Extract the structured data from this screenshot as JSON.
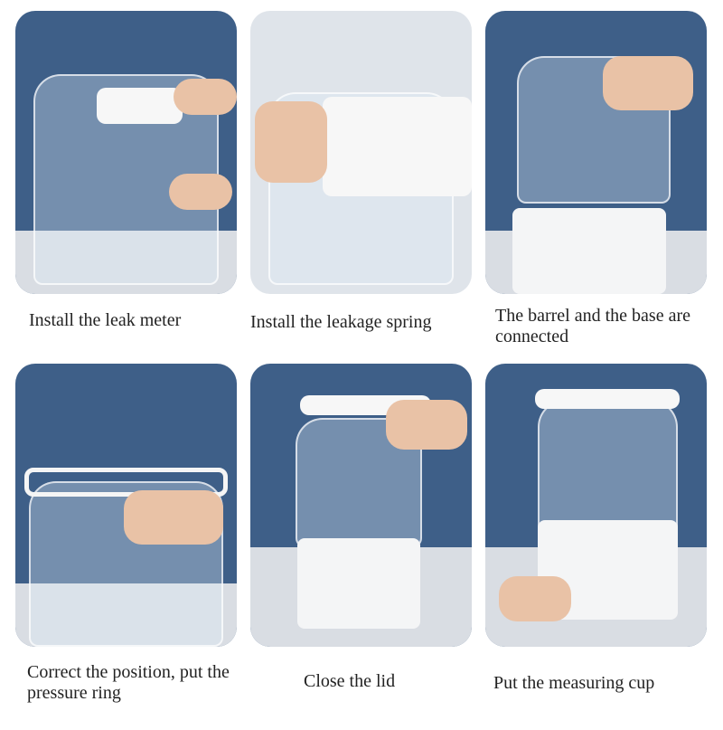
{
  "steps": [
    {
      "caption": "Install the leak meter"
    },
    {
      "caption": "Install the leakage spring"
    },
    {
      "caption": "The barrel and the base are connected"
    },
    {
      "caption": "Correct the position, put the pressure ring"
    },
    {
      "caption": "Close the lid"
    },
    {
      "caption": "Put the measuring cup"
    }
  ]
}
